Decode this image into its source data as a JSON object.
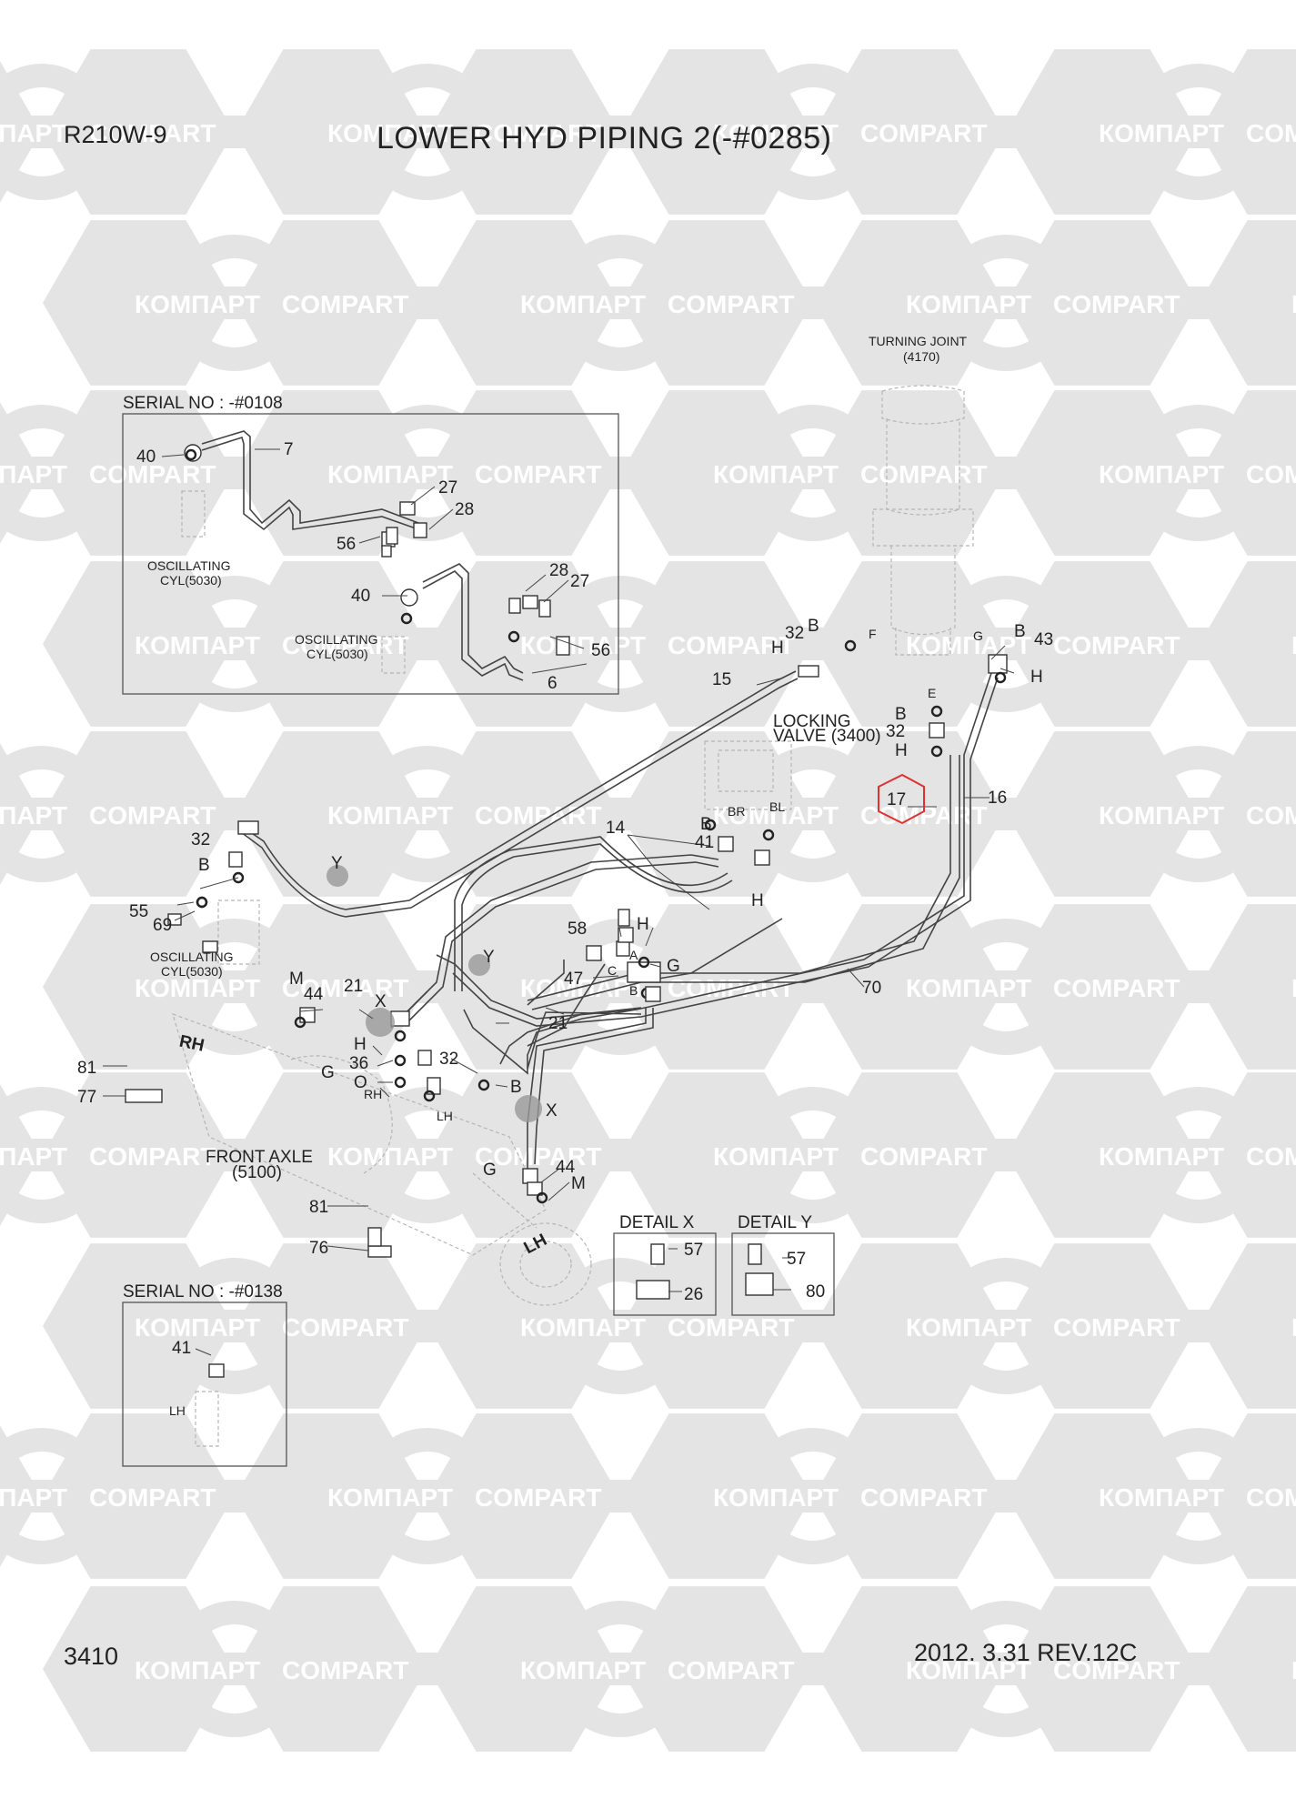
{
  "header": {
    "model": "R210W-9",
    "title": "LOWER HYD PIPING 2(-#0285)"
  },
  "footer": {
    "page_number": "3410",
    "revision": "2012. 3.31  REV.12C"
  },
  "watermark": {
    "texts": [
      "КОМПАРТ",
      "COMPART"
    ],
    "color": "#e4e4e4"
  },
  "highlight": {
    "part": "17",
    "color": "#e03030"
  },
  "insets": {
    "serial_a": "SERIAL NO : -#0108",
    "serial_b": "SERIAL NO : -#0138",
    "detail_x": "DETAIL X",
    "detail_y": "DETAIL Y"
  },
  "components": {
    "turning_joint": "TURNING JOINT",
    "turning_joint_ref": "(4170)",
    "locking_valve": "LOCKING",
    "locking_valve_ref": "VALVE (3400)",
    "osc_cyl": "OSCILLATING",
    "osc_cyl_ref": "CYL(5030)",
    "front_axle": "FRONT AXLE",
    "front_axle_ref": "(5100)"
  },
  "sides": {
    "rh": "RH",
    "lh": "LH"
  },
  "parts": {
    "p6": "6",
    "p7": "7",
    "p14": "14",
    "p15": "15",
    "p16": "16",
    "p21": "21",
    "p26": "26",
    "p27": "27",
    "p28": "28",
    "p32": "32",
    "p36": "36",
    "p40": "40",
    "p41": "41",
    "p43": "43",
    "p44": "44",
    "p47": "47",
    "p55": "55",
    "p56": "56",
    "p57": "57",
    "p58": "58",
    "p69": "69",
    "p70": "70",
    "p76": "76",
    "p77": "77",
    "p80": "80",
    "p81": "81"
  },
  "ports": {
    "B": "B",
    "H": "H",
    "G": "G",
    "M": "M",
    "O": "O",
    "E": "E",
    "F": "F",
    "A": "A",
    "C": "C",
    "BR": "BR",
    "BL": "BL",
    "X": "X",
    "Y": "Y"
  }
}
